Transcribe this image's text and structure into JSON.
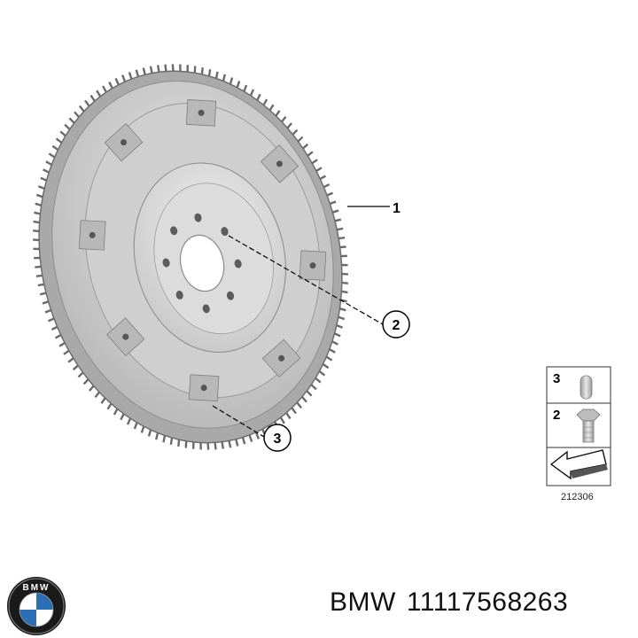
{
  "callouts": [
    {
      "number": "1"
    },
    {
      "number": "2"
    },
    {
      "number": "3"
    }
  ],
  "legend": {
    "rows": [
      {
        "number": "3",
        "icon": "dowel-pin-icon"
      },
      {
        "number": "2",
        "icon": "hex-bolt-icon"
      }
    ],
    "arrow_icon": "direction-arrow-icon"
  },
  "reference_code": "212306",
  "caption": {
    "brand": "BMW",
    "part_number": "11117568263"
  },
  "logo": {
    "name": "bmw-logo",
    "text": "BMW"
  },
  "colors": {
    "metal_light": "#d9d9d9",
    "metal_mid": "#bdbdbd",
    "metal_dark": "#8f8f8f",
    "logo_blue": "#2b6fb5"
  }
}
